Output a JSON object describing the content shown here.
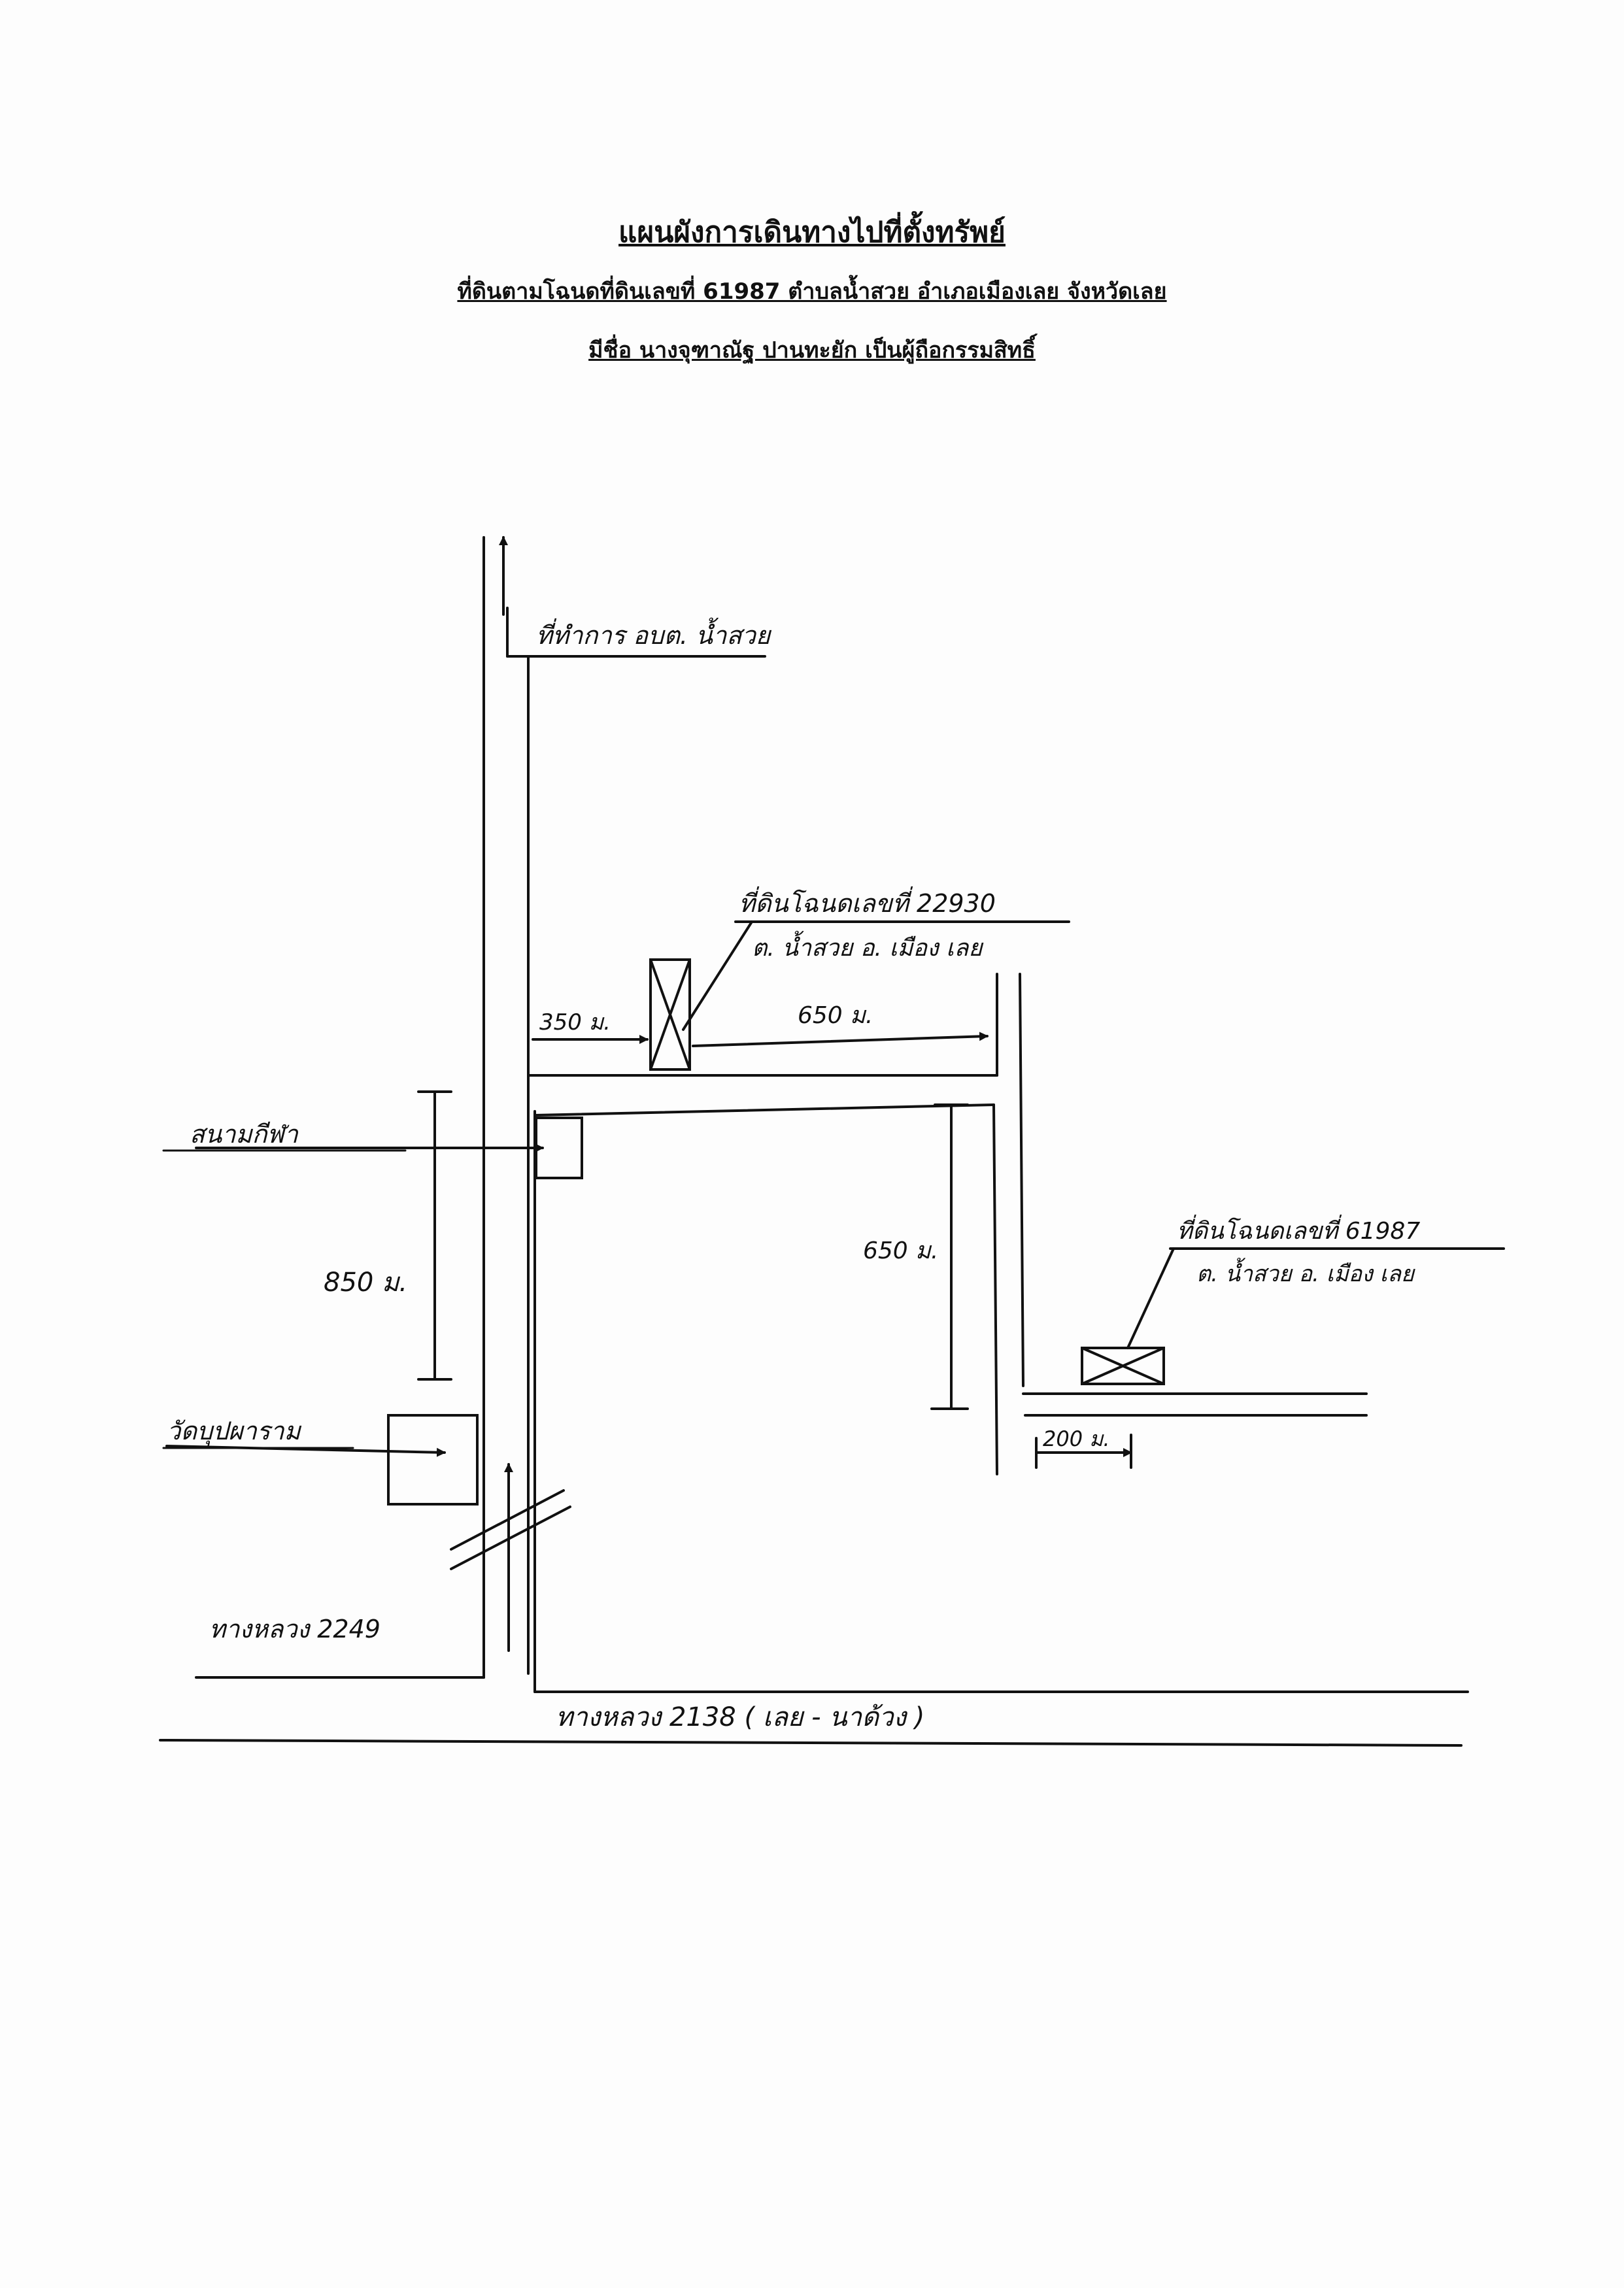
{
  "header": {
    "title": "แผนผังการเดินทางไปที่ตั้งทรัพย์",
    "subtitle_line1": "ที่ดินตามโฉนดที่ดินเลขที่ 61987 ตำบลน้ำสวย อำเภอเมืองเลย จังหวัดเลย",
    "subtitle_line2": "มีชื่อ นางจุฑาณัฐ ปานทะยัก เป็นผู้ถือกรรมสิทธิ์"
  },
  "map": {
    "labels": {
      "village_office": "ที่ทำการ อบต. น้ำสวย",
      "deed_22930_line1": "ที่ดินโฉนดเลขที่ 22930",
      "deed_22930_line2": "ต. น้ำสวย อ. เมือง เลย",
      "deed_61987_line1": "ที่ดินโฉนดเลขที่ 61987",
      "deed_61987_line2": "ต. น้ำสวย อ. เมือง เลย",
      "field": "สนามกีฬา",
      "temple": "วัดบุปผาราม",
      "highway_2249": "ทางหลวง 2249",
      "highway_2138": "ทางหลวง 2138 ( เลย - นาด้วง )"
    },
    "distances": {
      "d_350": "350 ม.",
      "d_650_top": "650 ม.",
      "d_650_side": "650 ม.",
      "d_850": "850 ม.",
      "d_200": "200 ม."
    }
  }
}
